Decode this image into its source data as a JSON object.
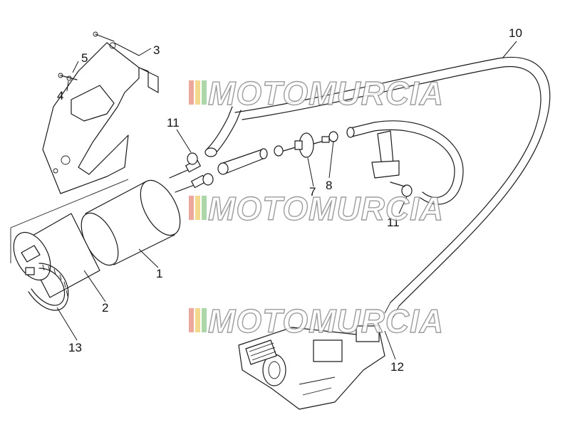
{
  "watermark": {
    "text": "MOTOMURCIA"
  },
  "callouts": {
    "c1": "1",
    "c2": "2",
    "c3": "3",
    "c4": "4",
    "c5": "5",
    "c7": "7",
    "c8": "8",
    "c10": "10",
    "c11a": "11",
    "c11b": "11",
    "c12": "12",
    "c13": "13"
  }
}
